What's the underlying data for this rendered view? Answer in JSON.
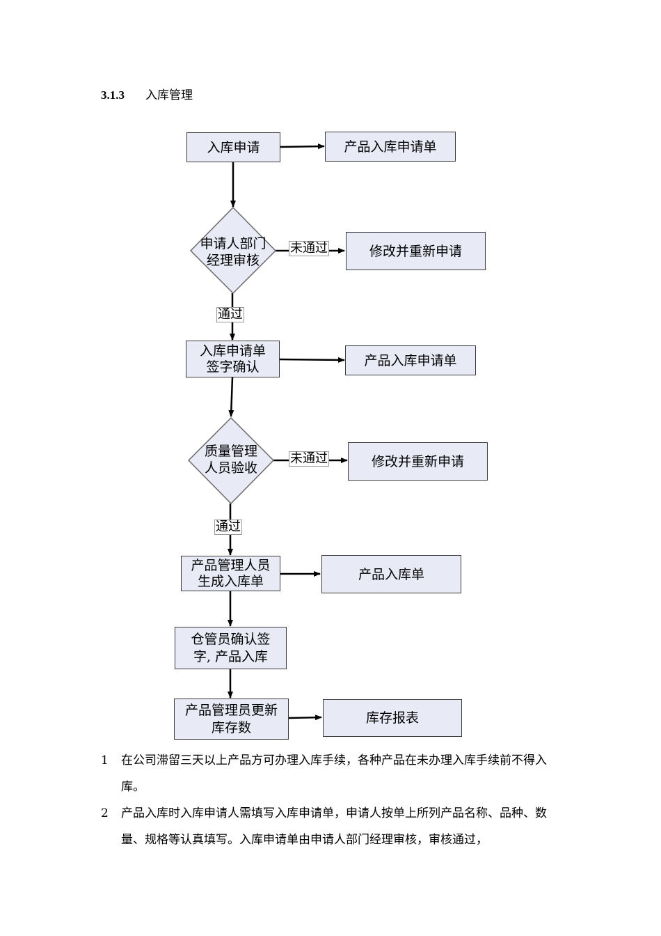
{
  "heading": {
    "number": "3.1.3",
    "title": "入库管理"
  },
  "flow": {
    "apply": "入库申请",
    "apply_doc": "产品入库申请单",
    "dept_review_line1": "申请人部门",
    "dept_review_line2": "经理审核",
    "reject1": "未通过",
    "revise1": "修改并重新申请",
    "pass1": "通过",
    "sign_line1": "入库申请单",
    "sign_line2": "签字确认",
    "sign_doc": "产品入库申请单",
    "qc_line1": "质量管理",
    "qc_line2": "人员验收",
    "reject2": "未通过",
    "revise2": "修改并重新申请",
    "pass2": "通过",
    "gen_line1": "产品管理人员",
    "gen_line2": "生成入库单",
    "gen_doc": "产品入库单",
    "keeper_line1": "仓管员确认签",
    "keeper_line2": "字, 产品入库",
    "update_line1": "产品管理员更新",
    "update_line2": "库存数",
    "report": "库存报表"
  },
  "paragraphs": [
    {
      "num": "1",
      "text": "在公司滞留三天以上产品方可办理入库手续，各种产品在未办理入库手续前不得入库。"
    },
    {
      "num": "2",
      "text": "产品入库时入库申请人需填写入库申请单，申请人按单上所列产品名称、品种、数量、规格等认真填写。入库申请单由申请人部门经理审核，审核通过，"
    }
  ]
}
